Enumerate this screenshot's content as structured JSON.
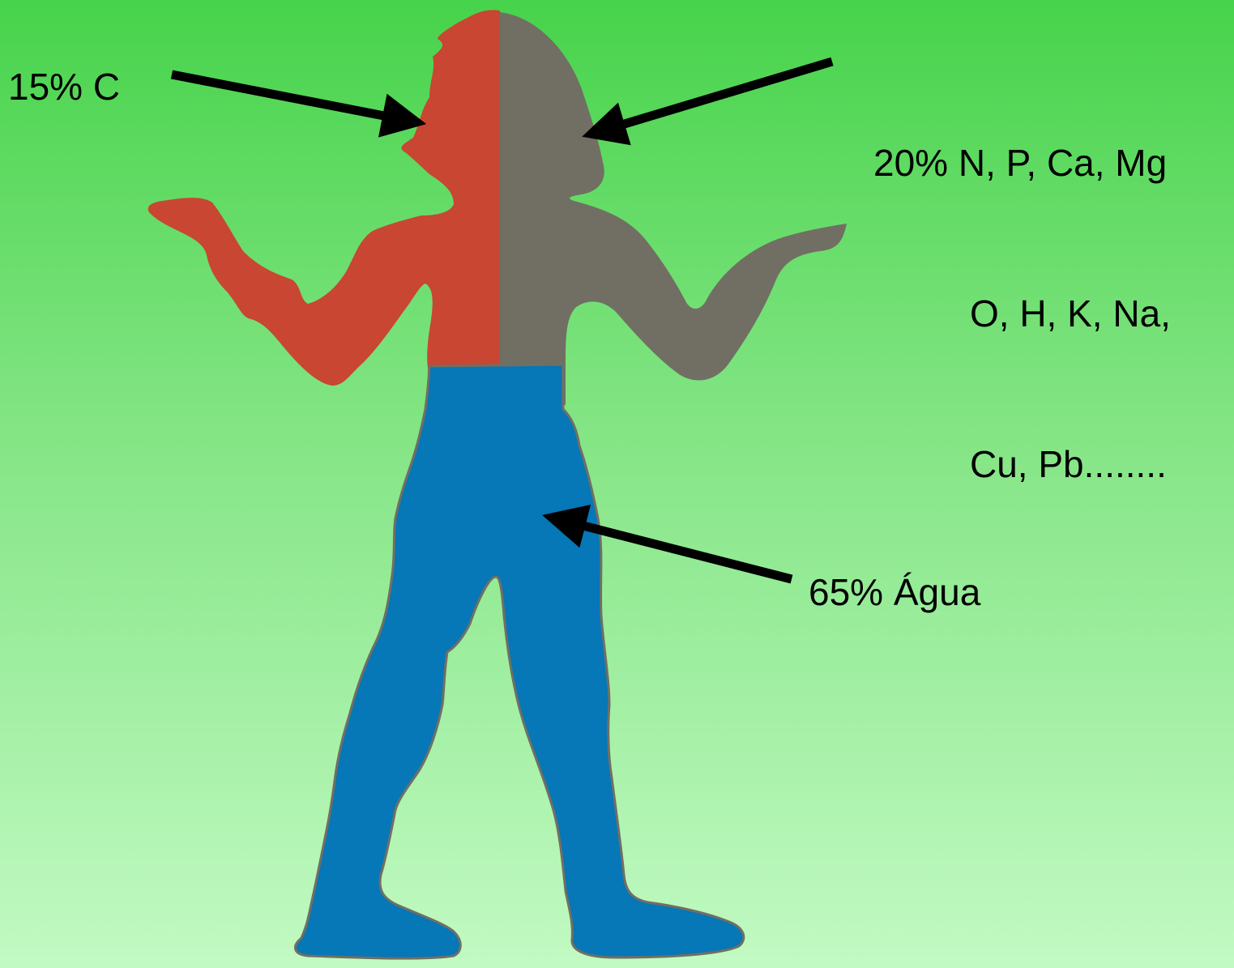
{
  "labels": {
    "carbon": "15% C",
    "others_line1": "20% N, P, Ca, Mg",
    "others_line2": "O, H, K, Na,",
    "others_line3": "Cu, Pb........",
    "water": "65% Água"
  },
  "colors": {
    "background_top": "#47d34b",
    "background_bottom": "#c2fac3",
    "carbon_region": "#c84632",
    "others_region": "#716f63",
    "water_region": "#0677b7",
    "arrow": "#000000"
  }
}
